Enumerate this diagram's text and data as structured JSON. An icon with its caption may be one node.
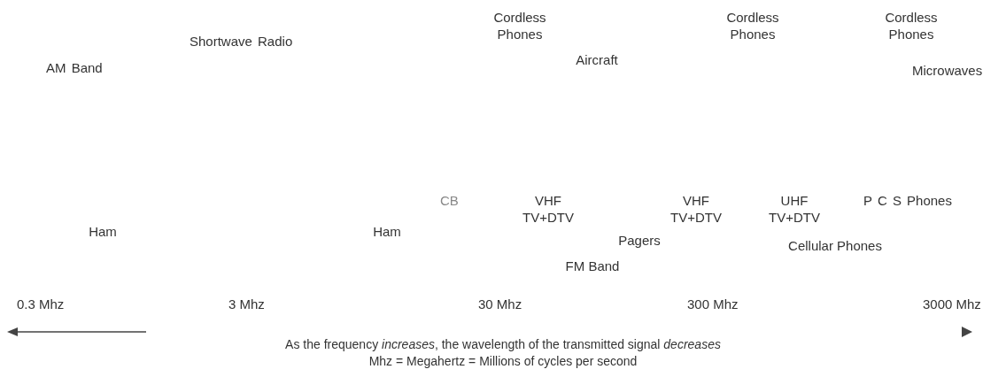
{
  "diagram": {
    "labels": [
      "Cordless Phones",
      "Cordless Phones",
      "Cordless Phones",
      "Shortwave Radio",
      "Aircraft",
      "AM Band",
      "Microwaves",
      "CB",
      "VHF TV+DTV",
      "VHF TV+DTV",
      "UHF TV+DTV",
      "P C S Phones",
      "Ham",
      "Ham",
      "Pagers",
      "Cellular Phones",
      "FM Band",
      "0.3 Mhz",
      "3 Mhz",
      "30 Mhz",
      "300 Mhz",
      "3000 Mhz",
      "As the frequency *increases*, the wavelength of the transmitted signal *decreases*",
      "Mhz = Megahertz = Millions of cycles per second"
    ]
  }
}
